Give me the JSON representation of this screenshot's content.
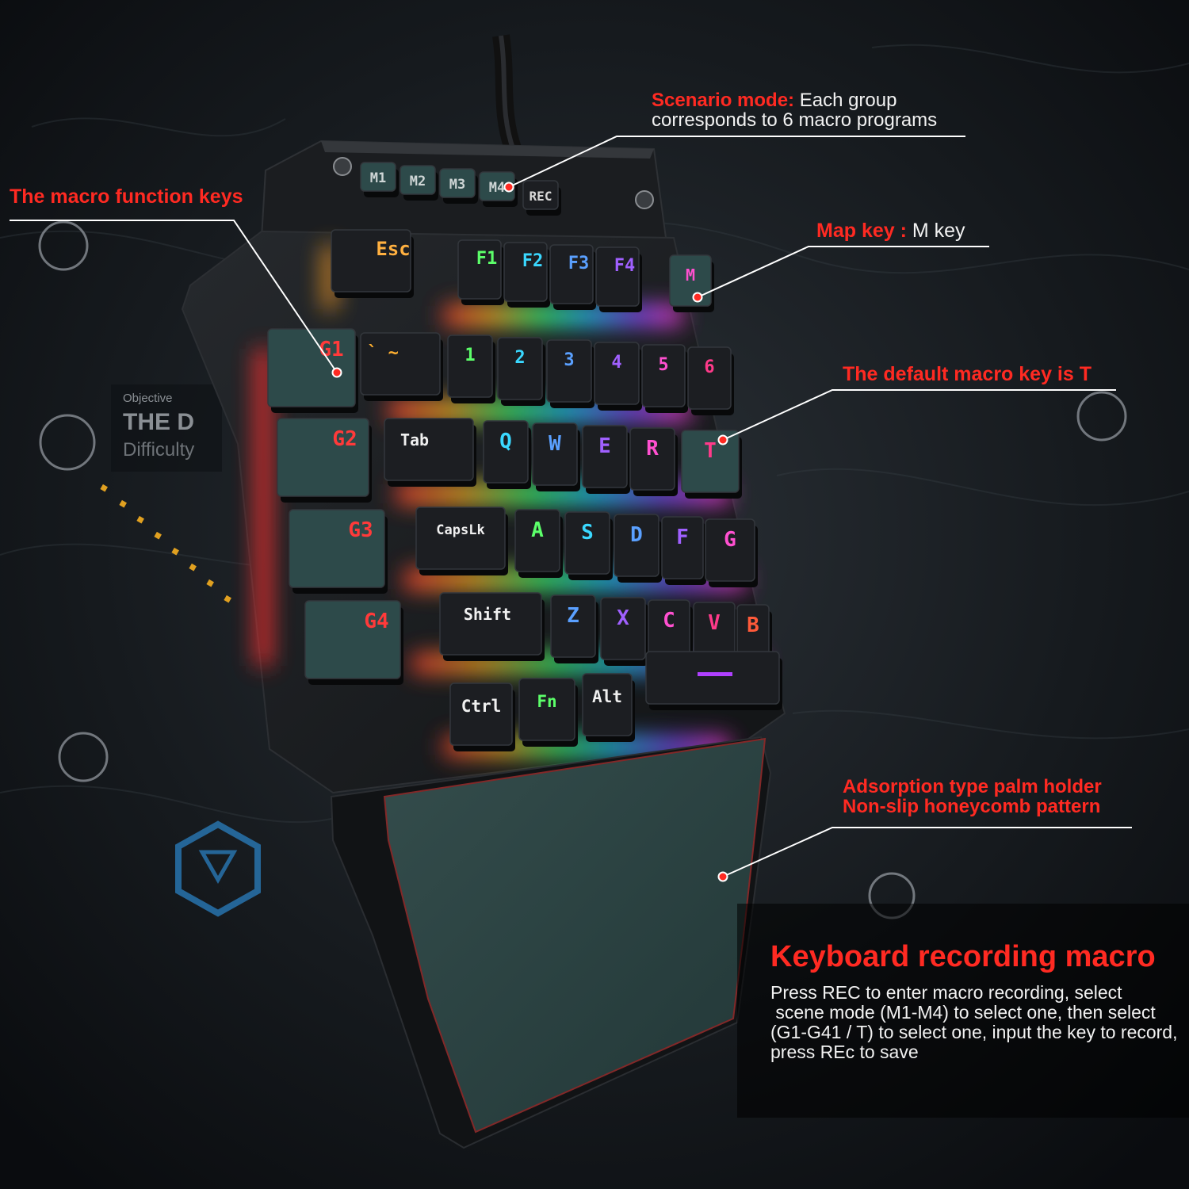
{
  "colors": {
    "accent_red": "#ff2a22",
    "text_white": "#f2f2f2",
    "key_black": "#1c1e22",
    "key_teal": "#2d4a4a",
    "palm_teal": "#2f4a4a",
    "body": "#17191c"
  },
  "background_map": {
    "objective_label": "Objective",
    "objective_title": "THE D",
    "objective_sub": "Difficulty"
  },
  "keyboard": {
    "mode_keys": [
      "M1",
      "M2",
      "M3",
      "M4"
    ],
    "rec_key": "REC",
    "esc": "Esc",
    "fkeys": [
      "F1",
      "F2",
      "F3",
      "F4"
    ],
    "map_key": "M",
    "g_keys": [
      "G1",
      "G2",
      "G3",
      "G4"
    ],
    "number_row": [
      "` ~",
      "1",
      "2",
      "3",
      "4",
      "5",
      "6"
    ],
    "row_tab": [
      "Tab",
      "Q",
      "W",
      "E",
      "R",
      "T"
    ],
    "row_caps": [
      "CapsLk",
      "A",
      "S",
      "D",
      "F",
      "G"
    ],
    "row_shift": [
      "Shift",
      "Z",
      "X",
      "C",
      "V",
      "B"
    ],
    "row_bottom": [
      "Ctrl",
      "Fn",
      "Alt"
    ]
  },
  "callouts": {
    "scenario": {
      "red": "Scenario mode:",
      "white1": " Each group",
      "white2": "corresponds to 6 macro programs"
    },
    "macro_fn": {
      "red": "The macro function keys"
    },
    "map_key": {
      "red": "Map key :",
      "white": " M key"
    },
    "default_macro": {
      "red": "The default macro key is T"
    },
    "palm": {
      "red1": "Adsorption type palm holder",
      "red2": "Non-slip honeycomb pattern"
    }
  },
  "recording": {
    "title": "Keyboard recording macro",
    "lines": [
      "Press REC to enter macro recording, select",
      " scene mode (M1-M4) to select one, then select",
      "(G1-G41 / T) to select one, input the key to record,",
      "press REc to save"
    ]
  }
}
